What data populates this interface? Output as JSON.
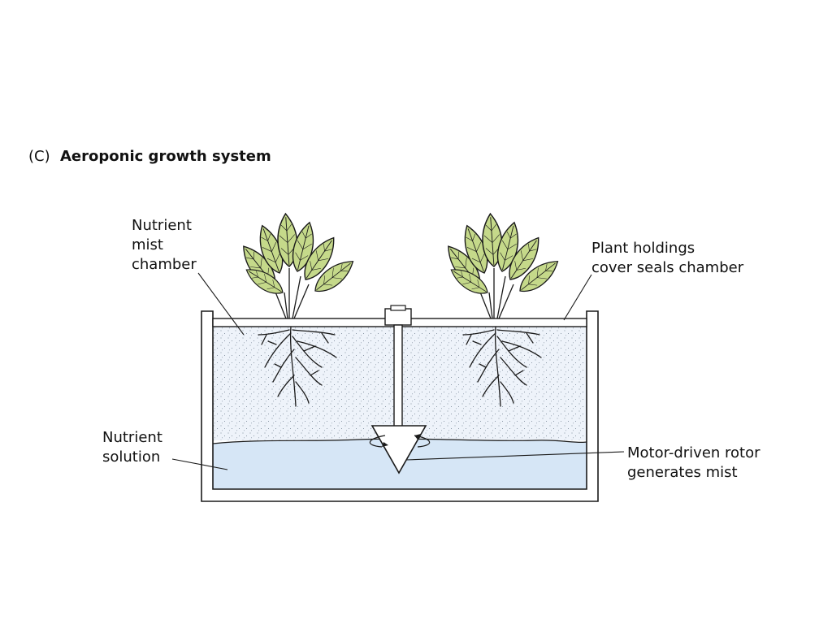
{
  "figure": {
    "panel_tag": "(C)",
    "title": "Aeroponic growth system"
  },
  "labels": {
    "mist_chamber": [
      "Nutrient",
      "mist",
      "chamber"
    ],
    "cover": [
      "Plant holdings",
      "cover seals chamber"
    ],
    "solution": [
      "Nutrient",
      "solution"
    ],
    "rotor": [
      "Motor-driven rotor",
      "generates mist"
    ]
  },
  "colors": {
    "leaf_fill": "#c5d98a",
    "leaf_outline": "#1a1a1a",
    "mist_fill": "#e8f0f8",
    "solution_fill": "#d6e6f6",
    "tank_outline": "#1a1a1a"
  }
}
